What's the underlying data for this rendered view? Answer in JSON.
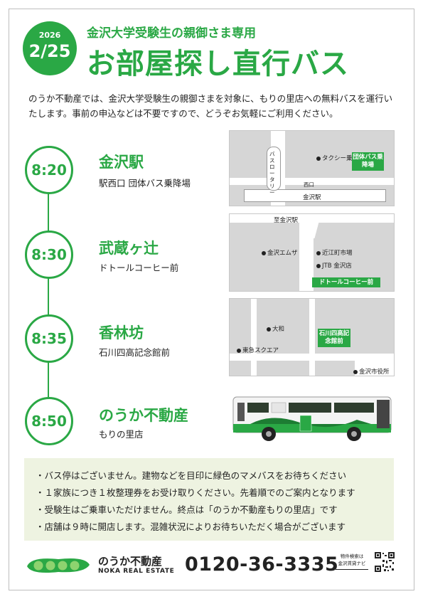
{
  "header": {
    "year": "2026",
    "date": "2/25",
    "subtitle": "金沢大学受験生の親御さま専用",
    "title": "お部屋探し直行バス"
  },
  "intro": "のうか不動産では、金沢大学受験生の親御さまを対象に、もりの里店への無料バスを運行いたします。事前の申込などは不要ですので、どうぞお気軽にご利用ください。",
  "stops": [
    {
      "time": "8:20",
      "name": "金沢駅",
      "sub": "駅西口 団体バス乗降場"
    },
    {
      "time": "8:30",
      "name": "武蔵ヶ辻",
      "sub": "ドトールコーヒー前"
    },
    {
      "time": "8:35",
      "name": "香林坊",
      "sub": "石川四高記念館前"
    },
    {
      "time": "8:50",
      "name": "のうか不動産",
      "sub": "もりの里店"
    }
  ],
  "maps": {
    "map1": {
      "rotary": "バスロータリー",
      "taxi": "タクシー乗り場",
      "busstop": "団体バス乗降場",
      "west": "西口",
      "station": "金沢駅"
    },
    "map2": {
      "to_station": "至金沢駅",
      "emuza": "金沢エムザ",
      "market": "近江町市場",
      "jtb": "JTB 金沢店",
      "stop": "ドトールコーヒー前"
    },
    "map3": {
      "daiwa": "大和",
      "tokyu": "東急スクエア",
      "stop": "石川四高記念館前",
      "cityhall": "金沢市役所"
    }
  },
  "notes": [
    "・バス停はございません。建物などを目印に緑色のマメバスをお待ちください",
    "・１家族につき１枚整理券をお受け取りください。先着順でのご案内となります",
    "・受験生はご乗車いただけません。終点は「のうか不動産もりの里店」です",
    "・店舗は９時に開店します。混雑状況によりお待ちいただく場合がございます"
  ],
  "footer": {
    "company": "のうか不動産",
    "company_en": "NOKA REAL ESTATE",
    "phone": "0120-36-3335",
    "navi_line1": "物件検索は",
    "navi_line2": "金沢賃貸ナビ"
  },
  "colors": {
    "accent": "#2aa845",
    "notes_bg": "#eef3e1",
    "map_bg": "#d6d6d6"
  }
}
